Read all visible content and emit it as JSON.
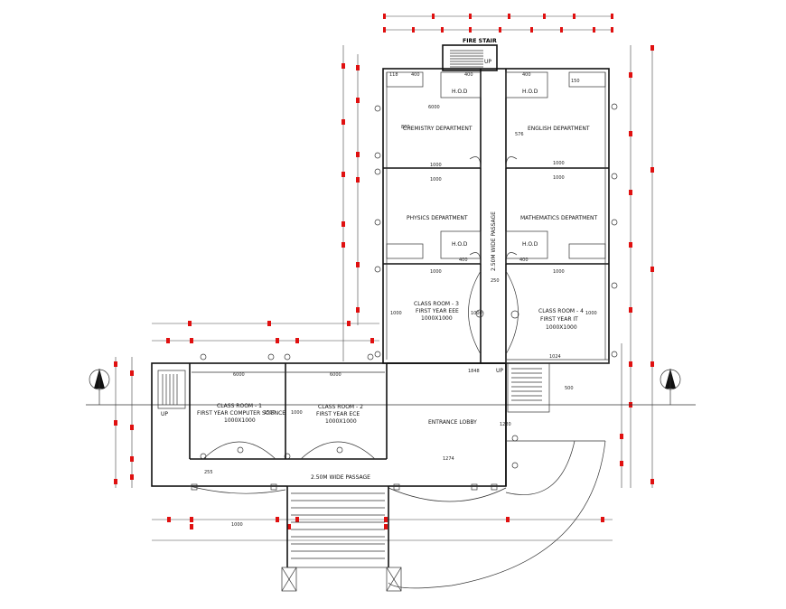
{
  "labels": {
    "fire_stair": "FIRE STAIR",
    "up_top": "UP",
    "up_left": "UP",
    "up_mid": "UP",
    "hod_1": "H.O.D",
    "hod_2": "H.O.D",
    "hod_3": "H.O.D",
    "hod_4": "H.O.D",
    "chemistry": "CHEMISTRY DEPARTMENT",
    "english": "ENGLISH DEPARTMENT",
    "physics": "PHYSICS DEPARTMENT",
    "mathematics": "MATHEMATICS DEPARTMENT",
    "passage_vertical": "2.50M WIDE PASSAGE",
    "passage_bottom": "2.50M WIDE PASSAGE",
    "classroom_3": "CLASS ROOM - 3",
    "classroom_3_sub": "FIRST YEAR EEE",
    "classroom_3_size": "1000X1000",
    "classroom_4": "CLASS ROOM - 4",
    "classroom_4_sub": "FIRST YEAR IT",
    "classroom_4_size": "1000X1000",
    "classroom_1": "CLASS ROOM - 1",
    "classroom_1_sub": "FIRST YEAR COMPUTER SCIENCE",
    "classroom_1_size": "1000X1000",
    "classroom_2": "CLASS ROOM - 2",
    "classroom_2_sub": "FIRST YEAR ECE",
    "classroom_2_size": "1000X1000",
    "entrance": "ENTRANCE LOBBY"
  },
  "dims": {
    "d400a": "400",
    "d400b": "400",
    "d400c": "400",
    "d400d": "400",
    "d400e": "400",
    "d800": "800",
    "d576": "576",
    "d6000a": "6000",
    "d1000a": "1000",
    "d1000b": "1000",
    "d1000c": "1000",
    "d1000d": "1000",
    "d1000e": "1000",
    "d1000f": "1000",
    "d1000g": "1000",
    "d1000h": "1000",
    "d1000i": "1000",
    "d250": "250",
    "d1000j": "1000",
    "d1024": "1024",
    "d1848": "1848",
    "d6000b": "6000",
    "d6000c": "6000",
    "d1000k": "1000",
    "d1274": "1274",
    "d1220": "1220",
    "d500": "500",
    "d255": "255",
    "d1500": "1500",
    "d150": "150",
    "d118": "118"
  },
  "colors": {
    "wall": "#111111",
    "dimension_marker": "#e01010",
    "background": "#ffffff"
  }
}
